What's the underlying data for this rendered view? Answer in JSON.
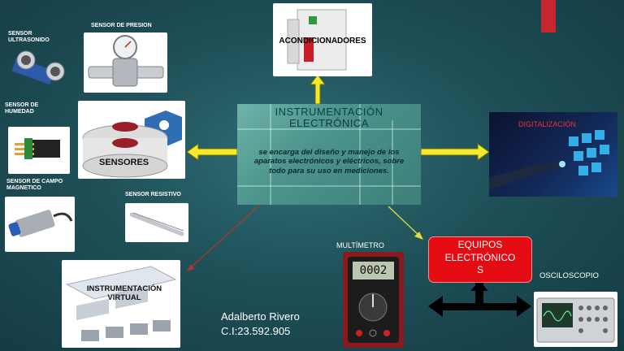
{
  "center": {
    "title_line1": "INSTRUMENTACIÓN",
    "title_line2": "ELECTRÓNICA",
    "description": "se encarga del diseño y manejo de los aparatos electrónicos y eléctricos, sobre todo para su uso en mediciones."
  },
  "labels": {
    "ultrasonido": "SENSOR ULTRASONIDO",
    "presion": "SENSOR DE PRESION",
    "humedad": "SENSOR DE HUMEDAD",
    "campo": "SENSOR DE CAMPO MAGNETICO",
    "resistivo": "SENSOR RESISTIVO",
    "sensores": "SENSORES",
    "acondicionadores": "ACONDICIONADORES",
    "digitalizacion": "DIGITALIZACIÓN",
    "virtual": "INSTRUMENTACIÓN VIRTUAL",
    "multimetro": "MULTÍMETRO",
    "osciloscopio": "OSCILOSCOPIO",
    "multimeter_display": "0002"
  },
  "equipos": {
    "line1": "EQUIPOS",
    "line2": "ELECTRÓNICO",
    "line3": "S"
  },
  "author": {
    "name": "Adalberto Rivero",
    "id": "C.I:23.592.905"
  },
  "colors": {
    "background": "#1f5058",
    "accent": "#c8262e",
    "arrow_yellow": "#f5e92a",
    "equipos_red": "#e40b12"
  }
}
